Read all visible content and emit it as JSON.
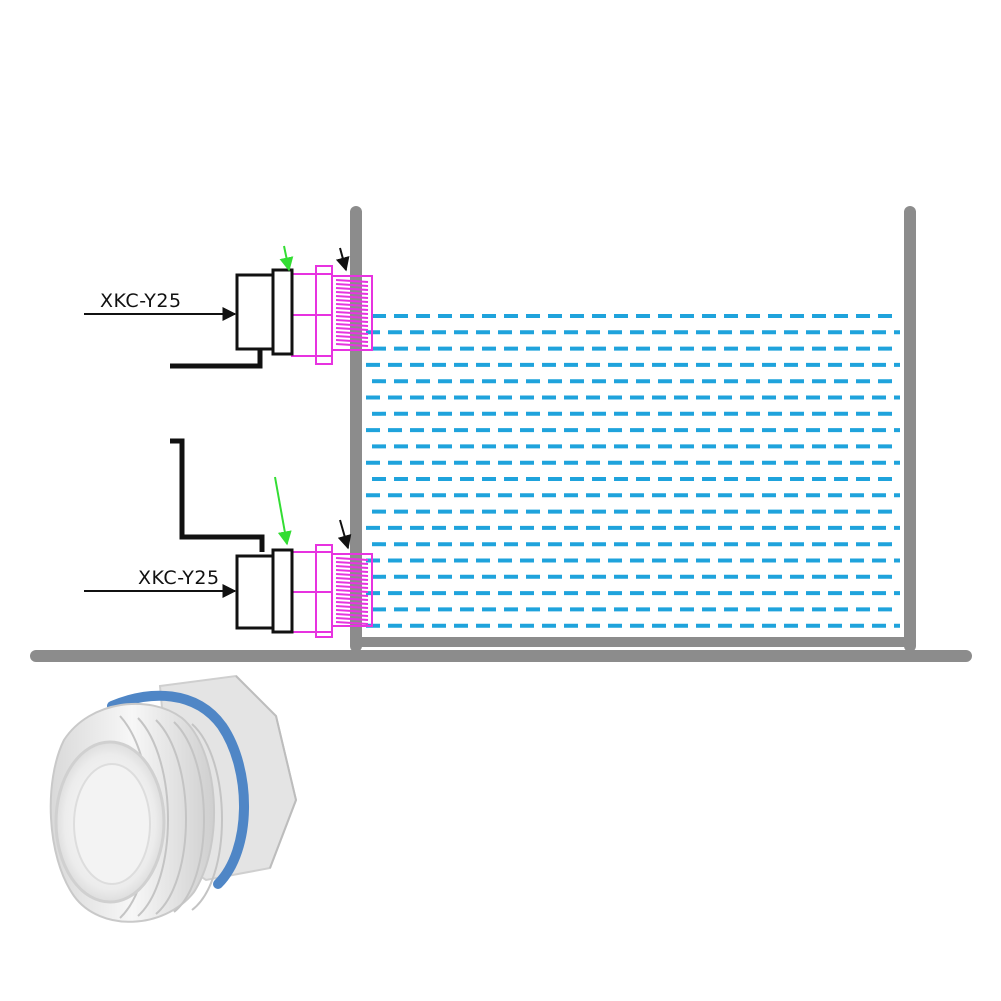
{
  "diagram": {
    "sensors": [
      {
        "id": "upper",
        "label": "XKC-Y25"
      },
      {
        "id": "lower",
        "label": "XKC-Y25"
      }
    ],
    "colors": {
      "tank": "#8c8c8c",
      "water": "#1fa3dc",
      "fitting": "#e733e0",
      "sensor": "#111111",
      "indicator_arrow": "#33dd33",
      "pointer_arrow": "#111111",
      "seal_ring": "#4f86c6",
      "plug_body": "#eeeeee"
    },
    "icons": {
      "tank": "tank-icon",
      "sensor": "sensor-icon",
      "fitting": "threaded-fitting-icon",
      "plug": "threaded-plug-icon"
    }
  }
}
